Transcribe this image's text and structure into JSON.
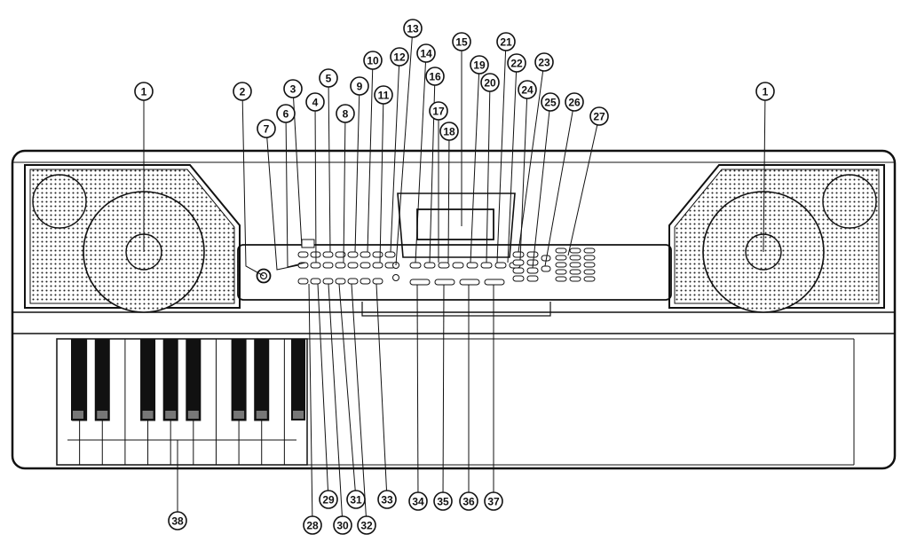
{
  "diagram": {
    "callouts": [
      {
        "id": "1a",
        "label": "1"
      },
      {
        "id": "1b",
        "label": "1"
      },
      {
        "id": "2",
        "label": "2"
      },
      {
        "id": "3",
        "label": "3"
      },
      {
        "id": "4",
        "label": "4"
      },
      {
        "id": "5",
        "label": "5"
      },
      {
        "id": "6",
        "label": "6"
      },
      {
        "id": "7",
        "label": "7"
      },
      {
        "id": "8",
        "label": "8"
      },
      {
        "id": "9",
        "label": "9"
      },
      {
        "id": "10",
        "label": "10"
      },
      {
        "id": "11",
        "label": "11"
      },
      {
        "id": "12",
        "label": "12"
      },
      {
        "id": "13",
        "label": "13"
      },
      {
        "id": "14",
        "label": "14"
      },
      {
        "id": "15",
        "label": "15"
      },
      {
        "id": "16",
        "label": "16"
      },
      {
        "id": "17",
        "label": "17"
      },
      {
        "id": "18",
        "label": "18"
      },
      {
        "id": "19",
        "label": "19"
      },
      {
        "id": "20",
        "label": "20"
      },
      {
        "id": "21",
        "label": "21"
      },
      {
        "id": "22",
        "label": "22"
      },
      {
        "id": "23",
        "label": "23"
      },
      {
        "id": "24",
        "label": "24"
      },
      {
        "id": "25",
        "label": "25"
      },
      {
        "id": "26",
        "label": "26"
      },
      {
        "id": "27",
        "label": "27"
      },
      {
        "id": "28",
        "label": "28"
      },
      {
        "id": "29",
        "label": "29"
      },
      {
        "id": "30",
        "label": "30"
      },
      {
        "id": "31",
        "label": "31"
      },
      {
        "id": "32",
        "label": "32"
      },
      {
        "id": "33",
        "label": "33"
      },
      {
        "id": "34",
        "label": "34"
      },
      {
        "id": "35",
        "label": "35"
      },
      {
        "id": "36",
        "label": "36"
      },
      {
        "id": "37",
        "label": "37"
      },
      {
        "id": "38",
        "label": "38"
      }
    ]
  }
}
